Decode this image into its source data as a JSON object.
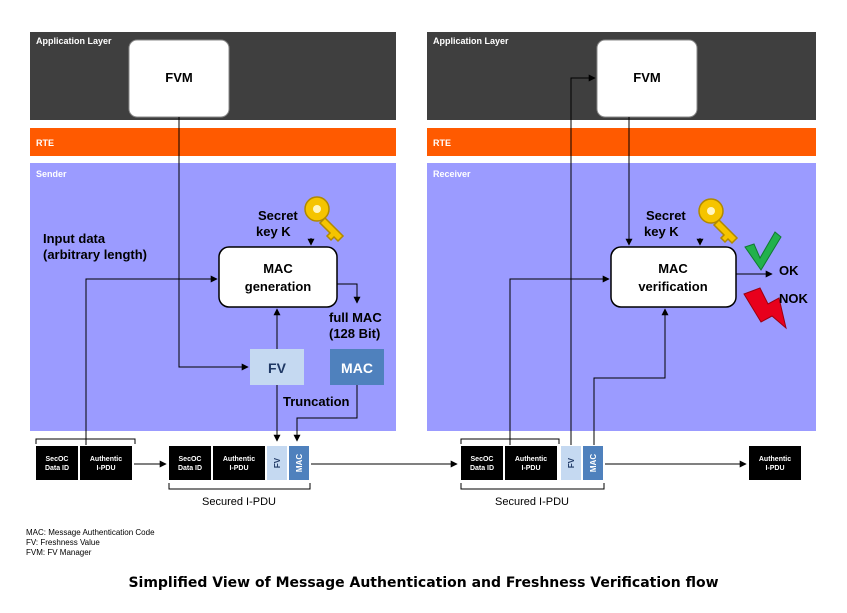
{
  "sender": {
    "application_layer": "Application Layer",
    "fvm": "FVM",
    "rte": "RTE",
    "panel_title": "Sender",
    "input_data_line1": "Input data",
    "input_data_line2": "(arbitrary length)",
    "secret_line1": "Secret",
    "secret_line2": "key K",
    "mac_box_line1": "MAC",
    "mac_box_line2": "generation",
    "full_mac_line1": "full MAC",
    "full_mac_line2": "(128 Bit)",
    "fv_box": "FV",
    "mac_box": "MAC",
    "truncation": "Truncation"
  },
  "receiver": {
    "application_layer": "Application Layer",
    "fvm": "FVM",
    "rte": "RTE",
    "panel_title": "Receiver",
    "secret_line1": "Secret",
    "secret_line2": "key K",
    "mac_box_line1": "MAC",
    "mac_box_line2": "verification",
    "ok": "OK",
    "nok": "NOK"
  },
  "pdu": {
    "secoc_line1": "SecOC",
    "secoc_line2": "Data ID",
    "authentic_line1": "Authentic",
    "authentic_line2": "I-PDU",
    "fv": "FV",
    "mac": "MAC",
    "secured_label_left": "Secured I-PDU",
    "secured_label_right": "Secured I-PDU"
  },
  "legend": {
    "line1": "MAC: Message Authentication Code",
    "line2": "FV: Freshness Value",
    "line3": "FVM: FV Manager"
  },
  "caption": "Simplified View of Message Authentication and Freshness Verification flow",
  "colors": {
    "app_layer": "#3f3f3f",
    "rte": "#ff5a00",
    "panel": "#9b9bff",
    "fv_box": "#c5d9f1",
    "mac_box": "#4f81bd",
    "check": "#22b14c",
    "bolt": "#e8001c",
    "key": "#f5c400"
  }
}
